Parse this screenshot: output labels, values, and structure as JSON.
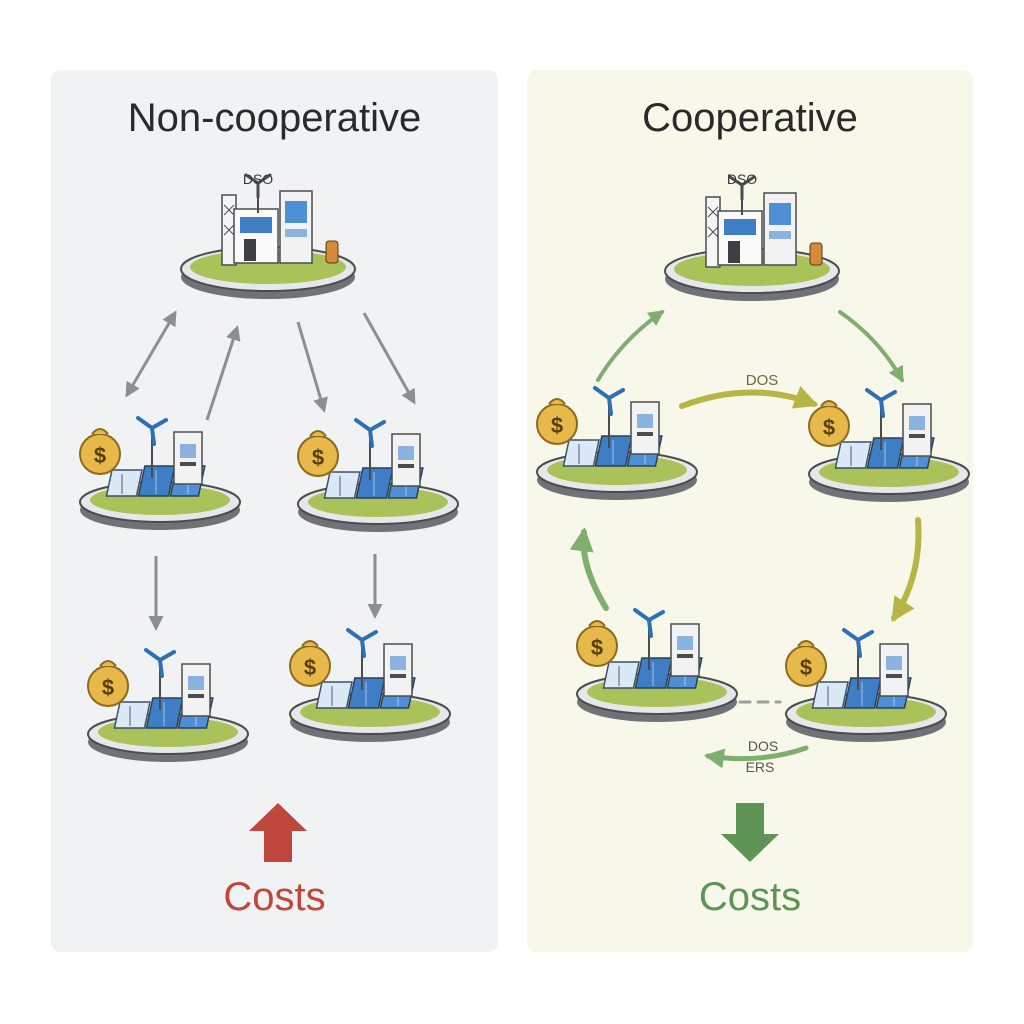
{
  "panels": {
    "left": {
      "title": "Non-cooperative",
      "dso_label": "DSO",
      "costs_label": "Costs",
      "costs_trend": "up"
    },
    "right": {
      "title": "Cooperative",
      "dso_label": "DSO",
      "costs_label": "Costs",
      "costs_trend": "down",
      "flow_label_top": "DOS",
      "flow_label_bottom_1": "DOS",
      "flow_label_bottom_2": "ERS"
    }
  },
  "prosumer_icon": {
    "money": "$"
  },
  "colors": {
    "panel_left_bg": "#f1f2f4",
    "panel_right_bg": "#f7f7ea",
    "arrow_grey": "#8a8f96",
    "arrow_green": "#7fae6f",
    "arrow_olive": "#b6b545",
    "cost_up": "#c0473b",
    "cost_down": "#5e9455",
    "grass": "#a9c35a"
  }
}
